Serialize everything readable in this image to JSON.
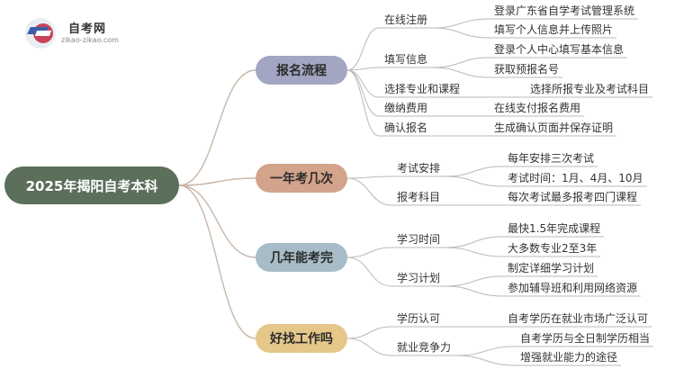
{
  "logo": {
    "title": "自考网",
    "subtitle": "zikao-zikao.com"
  },
  "root": "2025年揭阳自考本科",
  "branches": [
    {
      "label": "报名流程",
      "children": [
        {
          "label": "在线注册",
          "leaves": [
            "登录广东省自学考试管理系统",
            "填写个人信息并上传照片"
          ]
        },
        {
          "label": "填写信息",
          "leaves": [
            "登录个人中心填写基本信息",
            "获取预报名号"
          ]
        },
        {
          "label": "选择专业和课程",
          "leaves": [
            "选择所报专业及考试科目"
          ]
        },
        {
          "label": "缴纳费用",
          "leaves": [
            "在线支付报名费用"
          ]
        },
        {
          "label": "确认报名",
          "leaves": [
            "生成确认页面并保存证明"
          ]
        }
      ]
    },
    {
      "label": "一年考几次",
      "children": [
        {
          "label": "考试安排",
          "leaves": [
            "每年安排三次考试",
            "考试时间：1月、4月、10月"
          ]
        },
        {
          "label": "报考科目",
          "leaves": [
            "每次考试最多报考四门课程"
          ]
        }
      ]
    },
    {
      "label": "几年能考完",
      "children": [
        {
          "label": "学习时间",
          "leaves": [
            "最快1.5年完成课程",
            "大多数专业2至3年"
          ]
        },
        {
          "label": "学习计划",
          "leaves": [
            "制定详细学习计划",
            "参加辅导班和利用网络资源"
          ]
        }
      ]
    },
    {
      "label": "好找工作吗",
      "children": [
        {
          "label": "学历认可",
          "leaves": [
            "自考学历在就业市场广泛认可"
          ]
        },
        {
          "label": "就业竞争力",
          "leaves": [
            "自考学历与全日制学历相当",
            "增强就业能力的途径"
          ]
        }
      ]
    }
  ]
}
